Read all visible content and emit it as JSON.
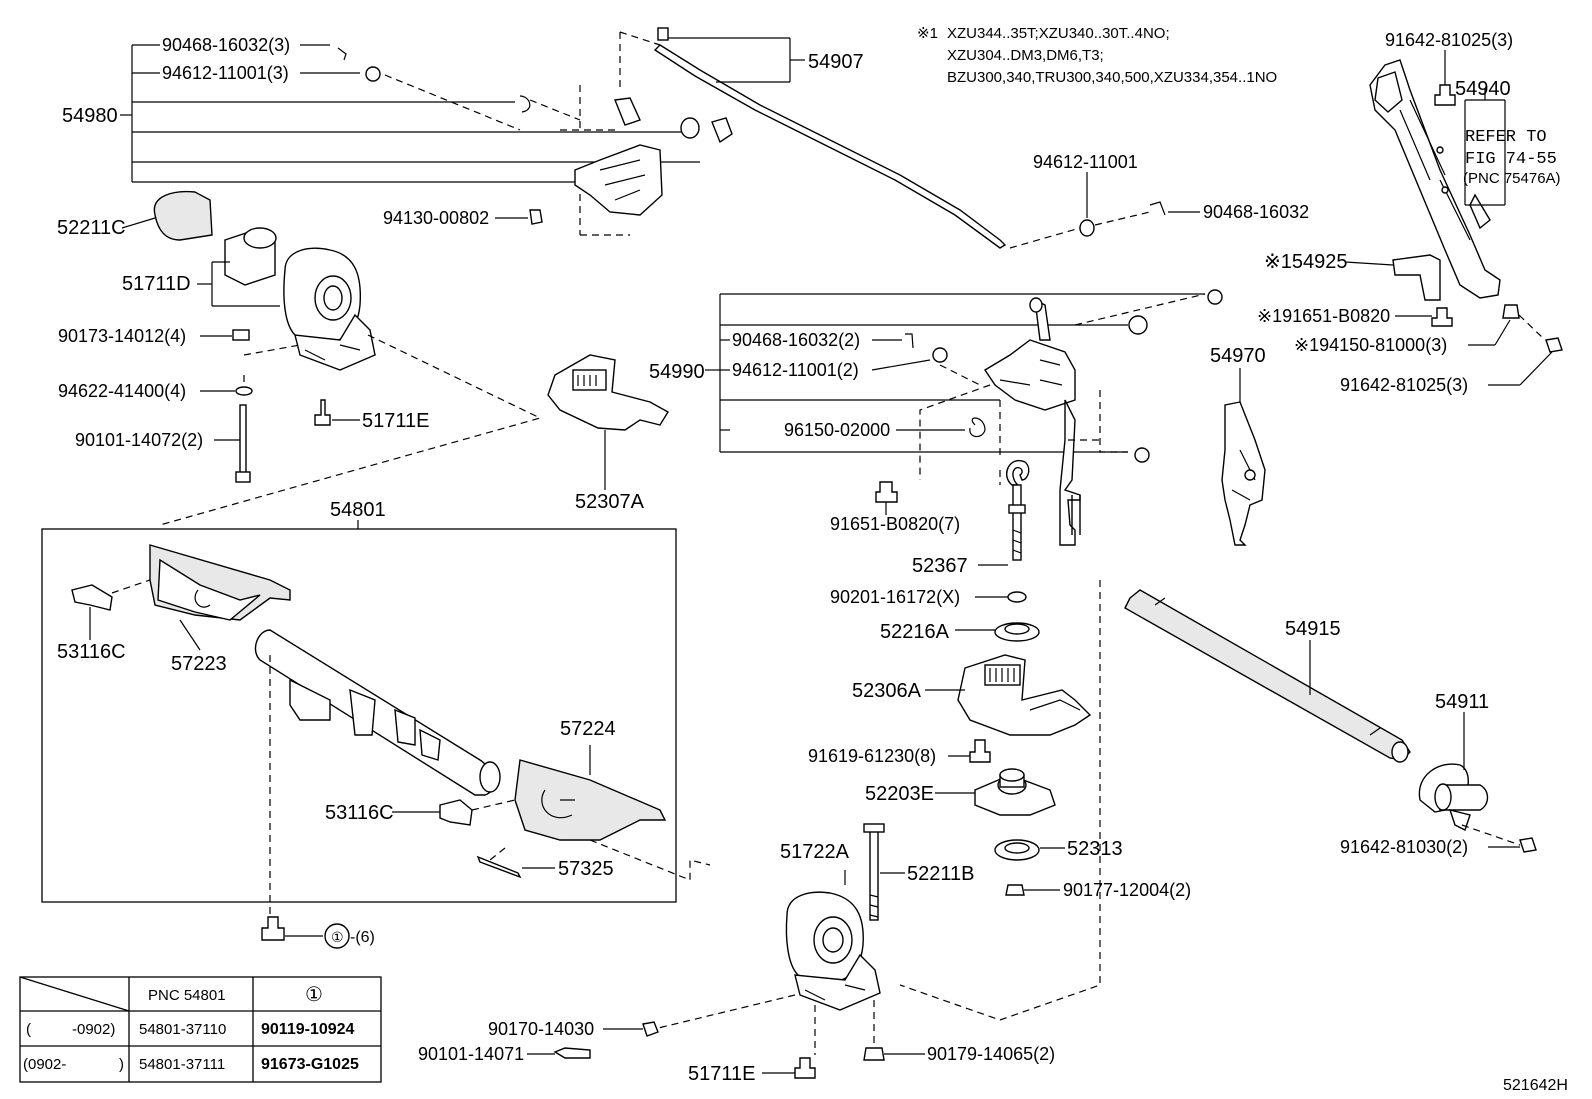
{
  "note": {
    "mark": "※1",
    "lines": [
      "XZU344..35T;XZU340..30T..4NO;",
      "XZU304..DM3,DM6,T3;",
      "BZU300,340,TRU300,340,500,XZU334,354..1NO"
    ]
  },
  "labels": {
    "p90468_16032_3": "90468-16032(3)",
    "p94612_11001_3": "94612-11001(3)",
    "p54980": "54980",
    "p54907": "54907",
    "p94130_00802": "94130-00802",
    "p52211C": "52211C",
    "p51711D": "51711D",
    "p90173_14012_4": "90173-14012(4)",
    "p94622_41400_4": "94622-41400(4)",
    "p51711E_top": "51711E",
    "p90101_14072_2": "90101-14072(2)",
    "p52307A": "52307A",
    "p54801": "54801",
    "p53116C_left": "53116C",
    "p57223": "57223",
    "p57224": "57224",
    "p53116C_right": "53116C",
    "p57325": "57325",
    "circle_6": "-(6)",
    "p94612_11001": "94612-11001",
    "p90468_16032": "90468-16032",
    "p54990": "54990",
    "p90468_16032_2": "90468-16032(2)",
    "p94612_11001_2": "94612-11001(2)",
    "p96150_02000": "96150-02000",
    "p91651_B0820_7": "91651-B0820(7)",
    "p52367": "52367",
    "p90201_16172_X": "90201-16172(X)",
    "p52216A": "52216A",
    "p52306A": "52306A",
    "p91619_61230_8": "91619-61230(8)",
    "p52203E": "52203E",
    "p52313": "52313",
    "p90177_12004_2": "90177-12004(2)",
    "p51722A": "51722A",
    "p52211B": "52211B",
    "p90170_14030": "90170-14030",
    "p90101_14071": "90101-14071",
    "p51711E_bottom": "51711E",
    "p90179_14065_2": "90179-14065(2)",
    "p91642_81025_3_top": "91642-81025(3)",
    "p54940": "54940",
    "refer1": "REFER TO",
    "refer2": "FIG 74-55",
    "refer3": "(PNC 75476A)",
    "p54925": "※154925",
    "p91651_B0820_n": "※191651-B0820",
    "p94150_81000_3": "※194150-81000(3)",
    "p91642_81025_3_bottom": "91642-81025(3)",
    "p54970": "54970",
    "p54915": "54915",
    "p54911": "54911",
    "p91642_81030_2": "91642-81030(2)",
    "figure_id": "521642H"
  },
  "table": {
    "header_pnc": "PNC 54801",
    "header_circle": "①",
    "rows": [
      {
        "range_start": "(",
        "range_end": "-0902)",
        "pnc": "54801-37110",
        "part": "90119-10924"
      },
      {
        "range_start": "(0902-",
        "range_end": ")",
        "pnc": "54801-37111",
        "part": "91673-G1025"
      }
    ]
  },
  "circle_mark": "①"
}
